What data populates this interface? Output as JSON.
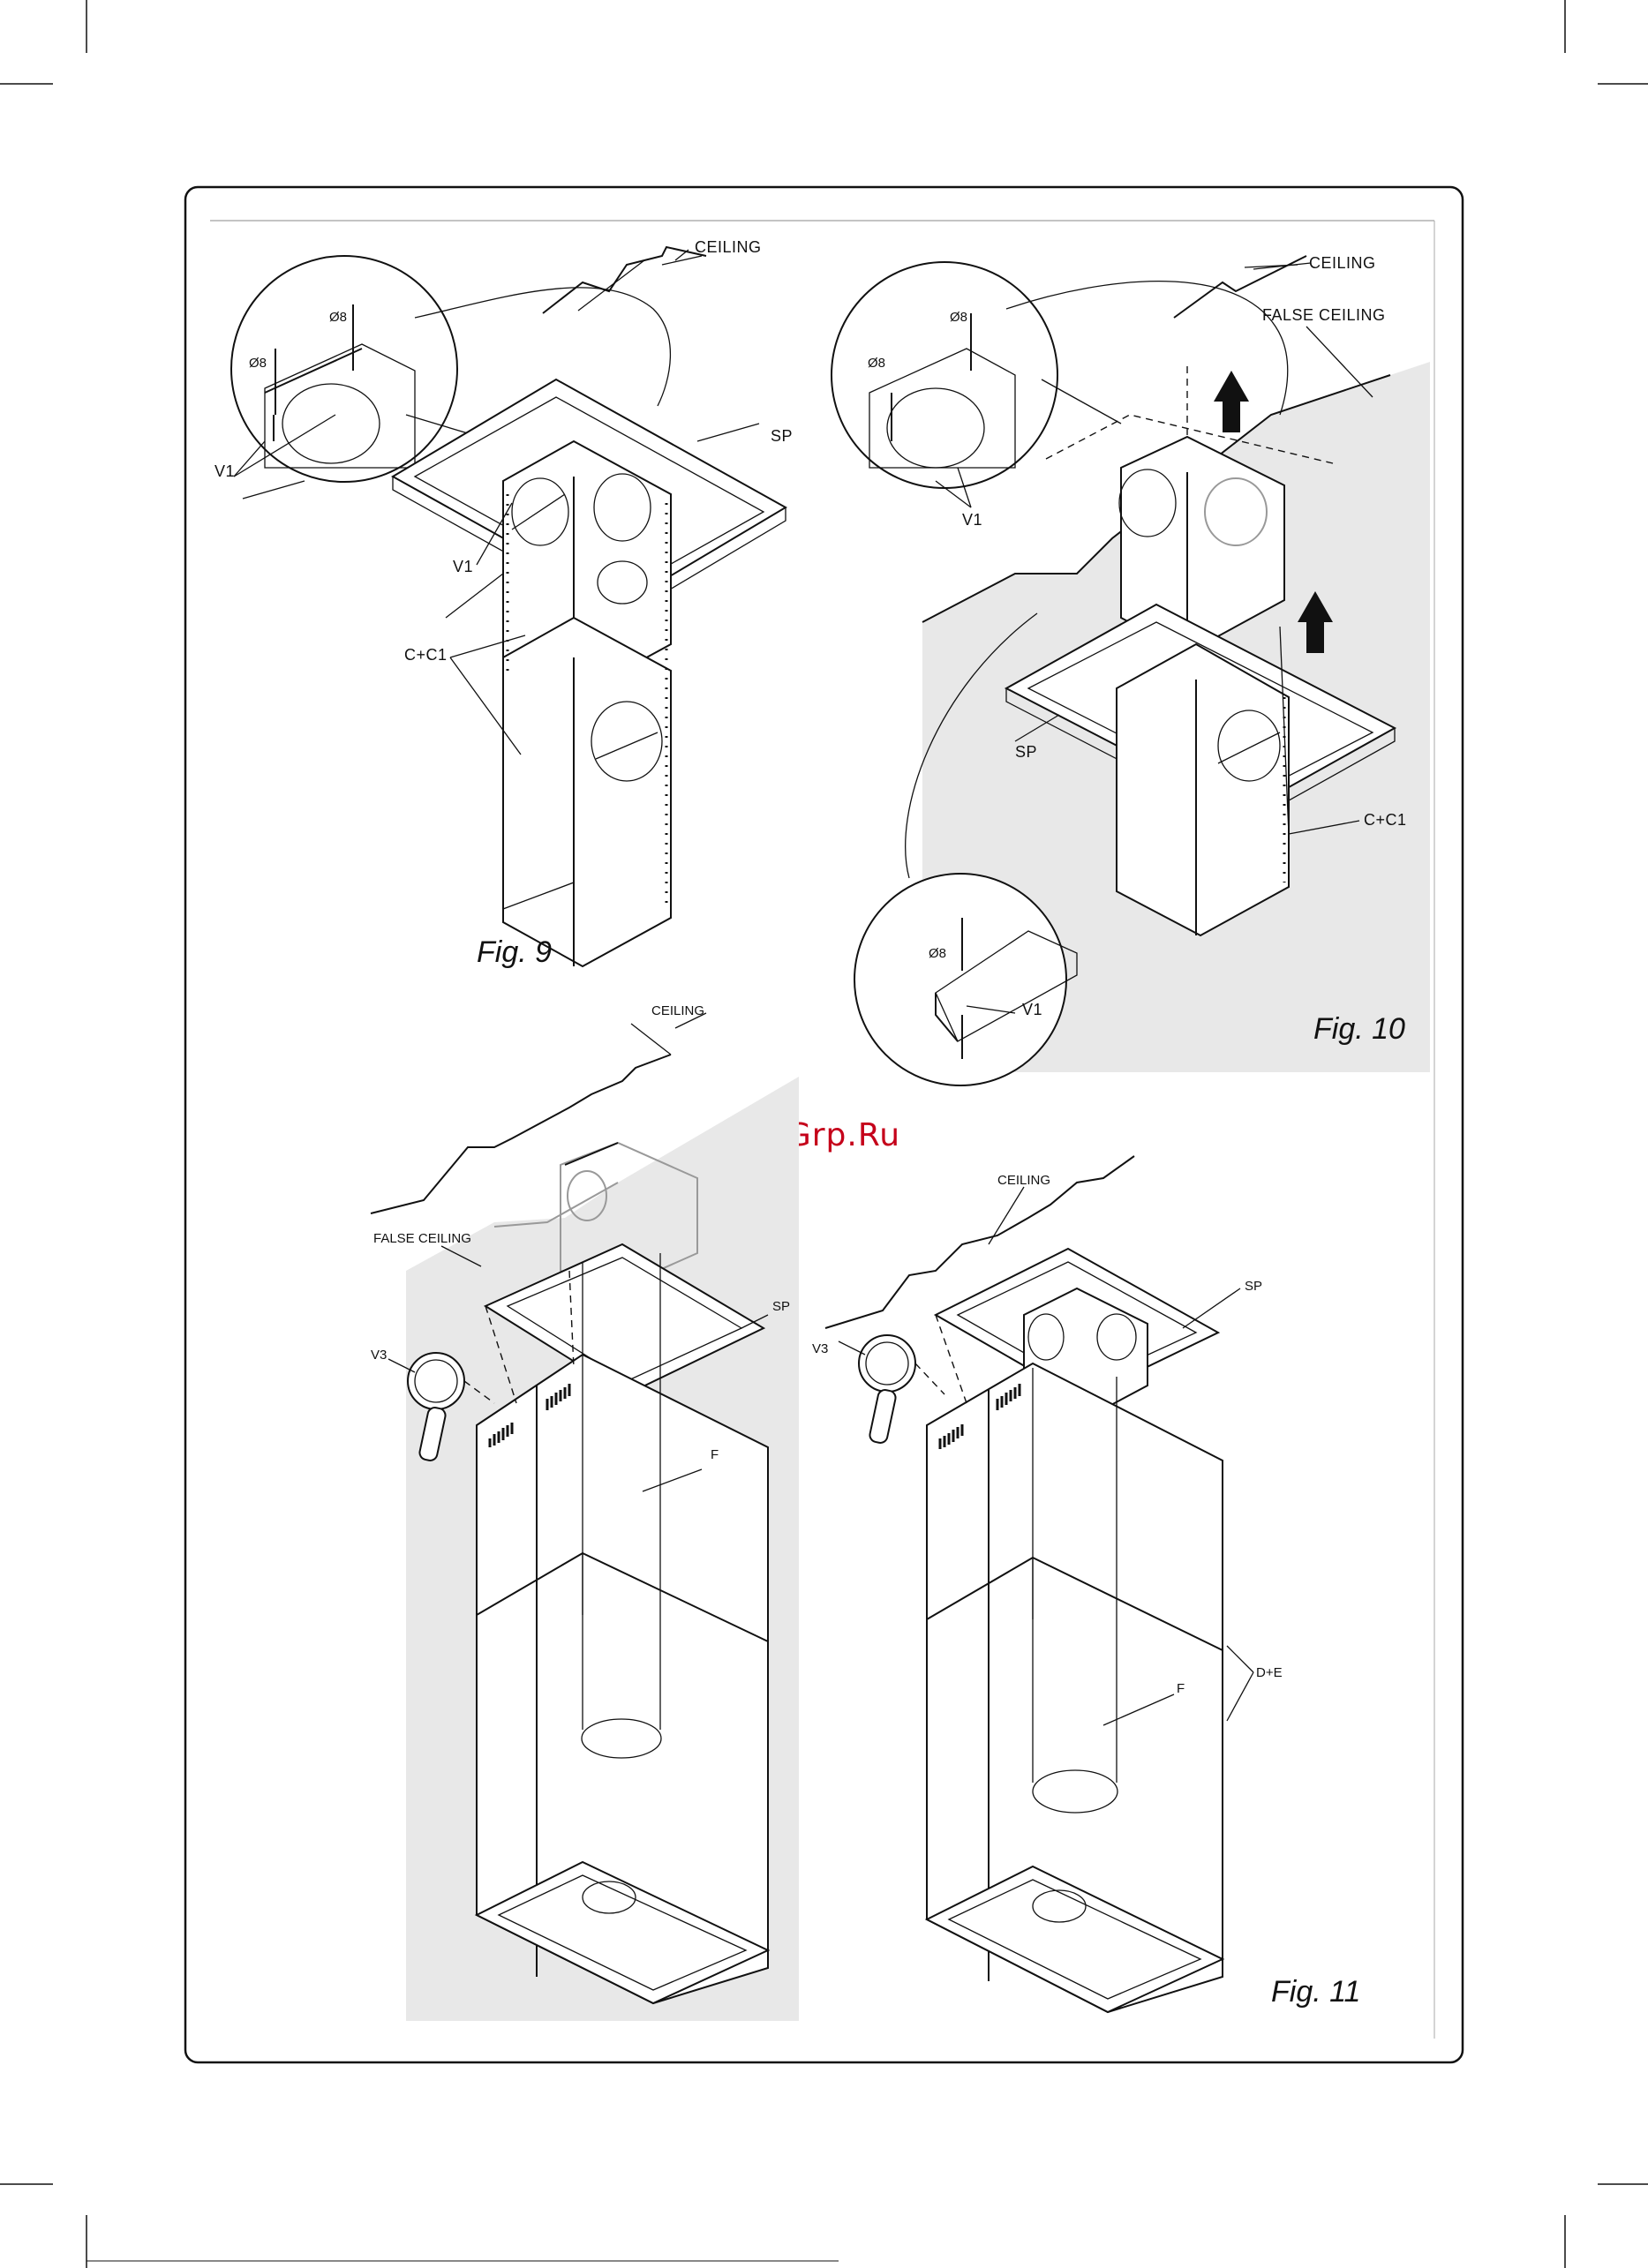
{
  "watermark": "McGrp.Ru",
  "fig9": {
    "caption": "Fig. 9",
    "labels": {
      "ceiling": "CEILING",
      "sp": "SP",
      "v1_zoom": "V1",
      "v1": "V1",
      "cc1": "C+C1",
      "d8_a": "Ø8",
      "d8_b": "Ø8"
    }
  },
  "fig10": {
    "caption": "Fig. 10",
    "labels": {
      "ceiling": "CEILING",
      "false_ceiling": "FALSE CEILING",
      "sp": "SP",
      "cc1": "C+C1",
      "v1_zoom": "V1",
      "v1_detail": "V1",
      "d8_a": "Ø8",
      "d8_b": "Ø8",
      "d8_c": "Ø8"
    }
  },
  "fig11": {
    "caption": "Fig. 11",
    "left": {
      "ceiling": "CEILING",
      "false_ceiling": "FALSE CEILING",
      "sp": "SP",
      "v3": "V3",
      "f": "F"
    },
    "right": {
      "ceiling": "CEILING",
      "sp": "SP",
      "v3": "V3",
      "f": "F",
      "de": "D+E"
    }
  }
}
